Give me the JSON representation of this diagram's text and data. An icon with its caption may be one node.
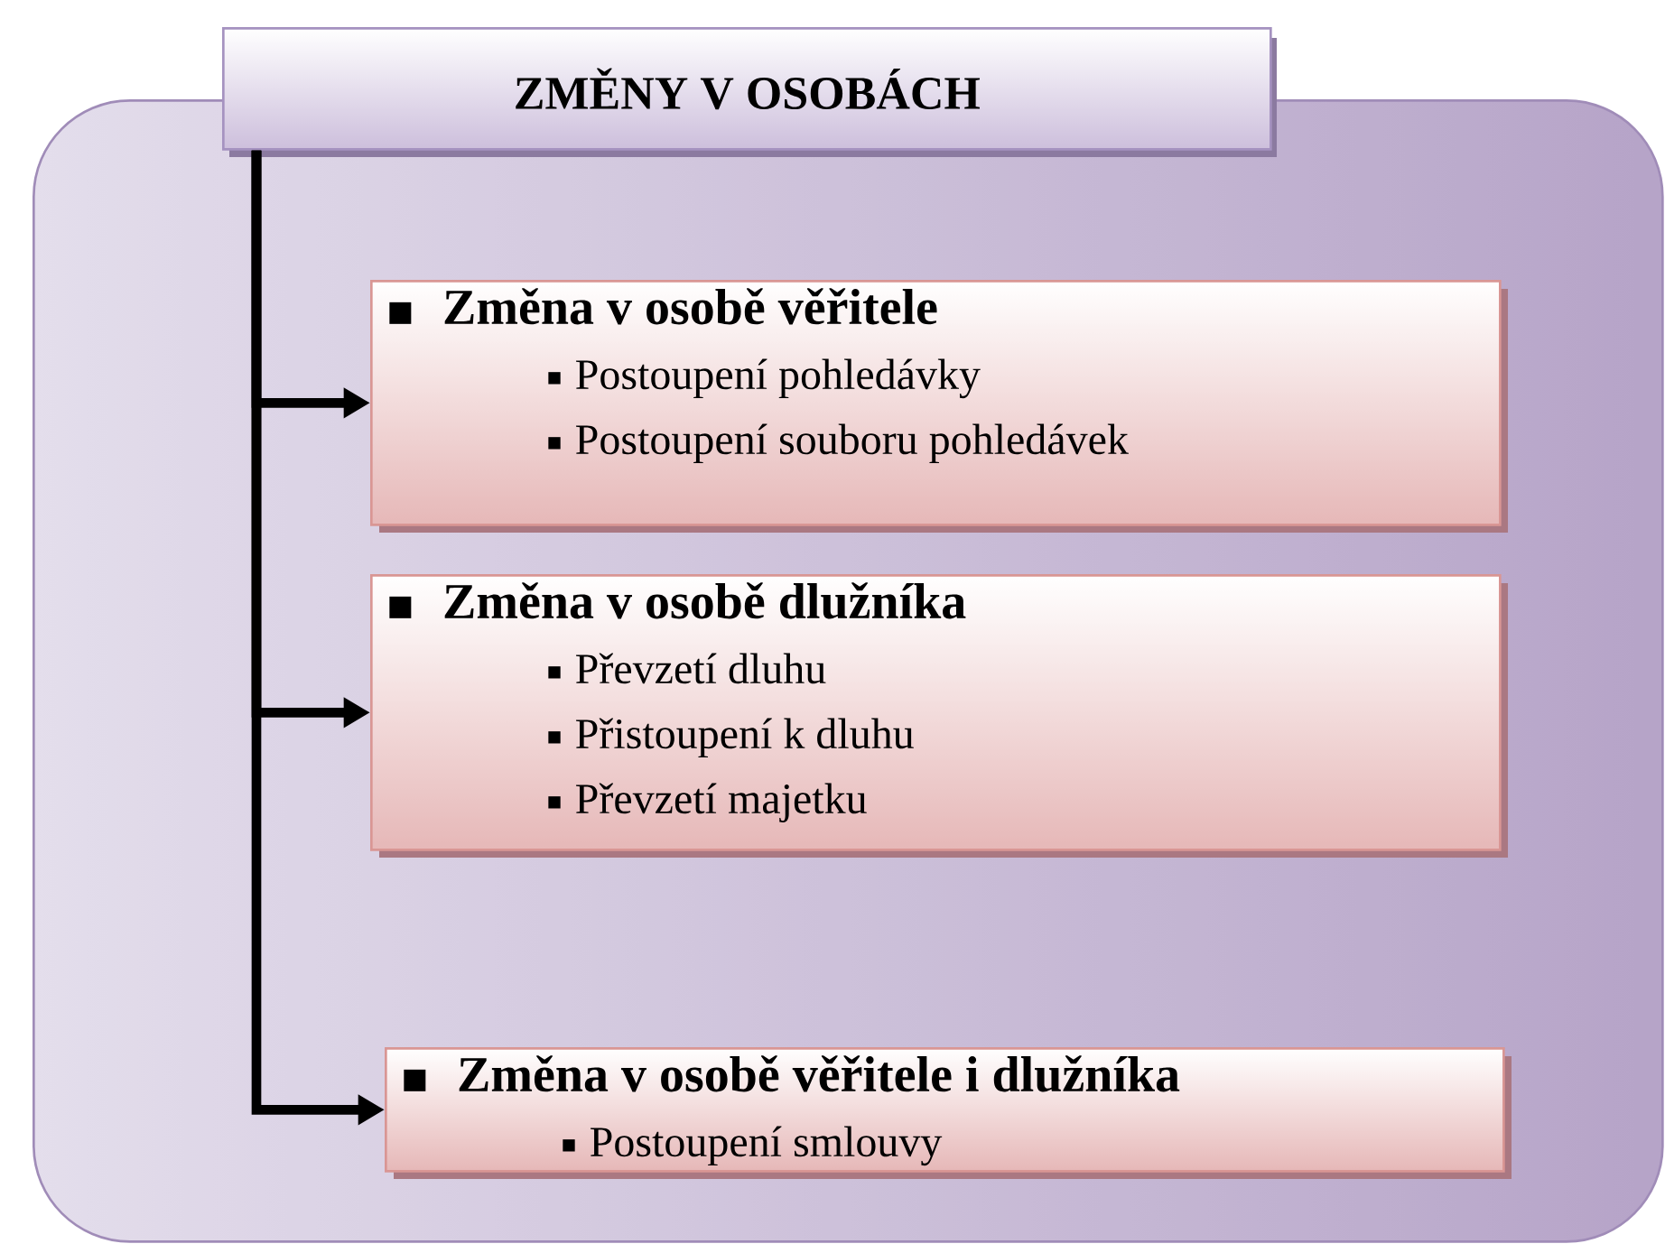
{
  "diagram": {
    "nodes": [
      {
        "text": [],
        "shape": "box"
      },
      {
        "text": [
          "ZMĚNY V OSOBÁCH"
        ]
      },
      {
        "text": [
          "Změna v osobě věřitele",
          "Postoupení pohledávky",
          "Postoupení souboru pohledávek"
        ],
        "in": 0
      },
      {
        "text": [
          "Změna v osobě dlužníka",
          "Převzetí dluhu",
          "Přistoupení k dluhu",
          "Převzetí majetku"
        ],
        "in": 0
      },
      {
        "text": [
          "Změna v osobě věřitele i dlužníka",
          "Postoupení smlouvy"
        ],
        "in": 0
      }
    ],
    "edges": [
      {
        "from": 1,
        "to": 2,
        "arrow": "to"
      },
      {
        "from": 1,
        "to": 3,
        "arrow": "to"
      },
      {
        "from": 1,
        "to": 4,
        "arrow": "to"
      }
    ]
  }
}
